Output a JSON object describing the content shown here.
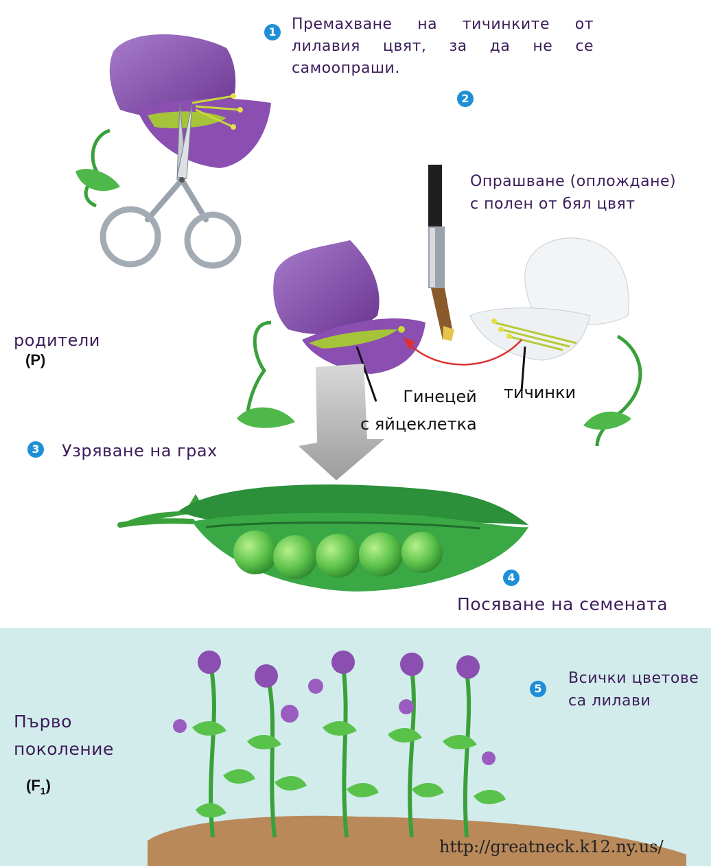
{
  "steps": {
    "s1": {
      "num": "1",
      "text": "Премахване на тичинките от лилавия цвят, за да не се самоопраши."
    },
    "s2": {
      "num": "2",
      "text": "Опрашване (оплождане)\n с полен от бял цвят"
    },
    "s3": {
      "num": "3",
      "text": "Узряване на грах"
    },
    "s4": {
      "num": "4",
      "text": "Посяване на семената"
    },
    "s5": {
      "num": "5",
      "text": "Всички цветове\nса лилави"
    }
  },
  "labels": {
    "parents": "родители",
    "parents_symbol": "(P)",
    "pistil": "Гинецей\nс яйцеклетка",
    "stamens": "тичинки",
    "generation": "Първо\nпоколение",
    "generation_symbol": "(F",
    "generation_sub": "1",
    "generation_close": ")"
  },
  "source_url": "http://greatneck.k12.ny.us/",
  "colors": {
    "purple_petal": "#8a4fb0",
    "white_petal": "#f2f4f6",
    "stem_green": "#3aa13a",
    "pod_green": "#2f9a3c",
    "pea_green": "#6fd25a",
    "soil": "#b9895a",
    "background_band": "#d2ecec",
    "arrow_red": "#e03030",
    "step_badge": "#1e8fd6"
  }
}
